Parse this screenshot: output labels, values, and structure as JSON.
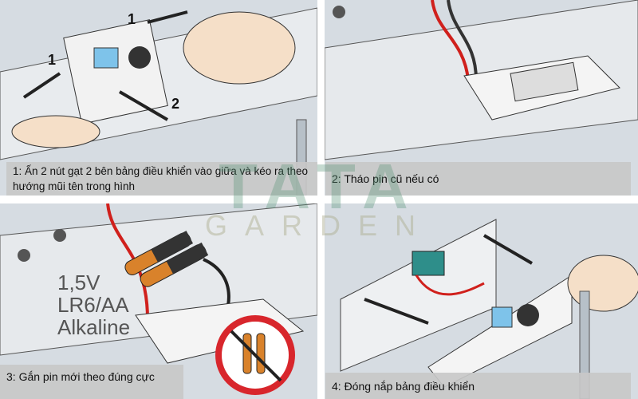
{
  "steps": [
    {
      "caption": "1: Ấn 2 nút gạt 2 bên bảng điều khiển vào giữa và kéo ra theo hướng mũi tên trong hình",
      "labels": [
        "1",
        "1",
        "2"
      ]
    },
    {
      "caption": "2: Tháo pin cũ nếu có"
    },
    {
      "caption": "3: Gắn pin mới theo đúng cực",
      "battery_spec": [
        "1,5V",
        "LR6/AA",
        "Alkaline"
      ]
    },
    {
      "caption": "4: Đóng nắp bảng điều khiển"
    }
  ],
  "watermark": {
    "line1": "TATA",
    "line2": "GARDEN"
  },
  "colors": {
    "panel_bg": "#d6dce2",
    "caption_bg": "#c8c8c8",
    "wire_red": "#d0201c",
    "prohibit_red": "#d8262c",
    "battery_orange": "#d9822b"
  }
}
